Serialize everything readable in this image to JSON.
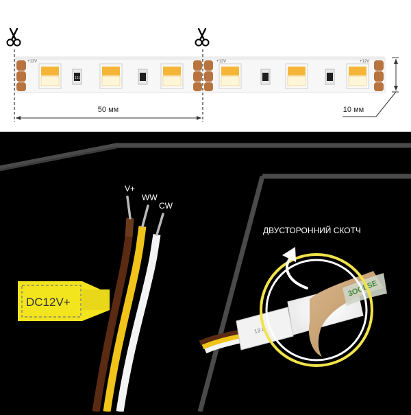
{
  "strip": {
    "cut_length": "50 мм",
    "width": "10 мм",
    "voltage_mark": "+12V",
    "resistor_code": "151"
  },
  "wires": {
    "v_plus": "V+",
    "ww": "WW",
    "cw": "CW",
    "tag": "DC12V+"
  },
  "tape": {
    "label": "ДВУСТОРОННИЙ СКОТЧ",
    "brand_mark": "3OOLSE",
    "sleeve_mark": "13 C"
  },
  "colors": {
    "background_top": "#ffffff",
    "background_bottom": "#000000",
    "pcb": "#f7f7f7",
    "pad": "#b8743f",
    "led_warm": "#f5b638",
    "led_cool": "#fff6d8",
    "wire_brown": "#5a2a12",
    "wire_yellow": "#f0c419",
    "wire_white": "#f4f4f4",
    "ring": "#f1e34a",
    "tag_yellow": "#f2e41d"
  }
}
